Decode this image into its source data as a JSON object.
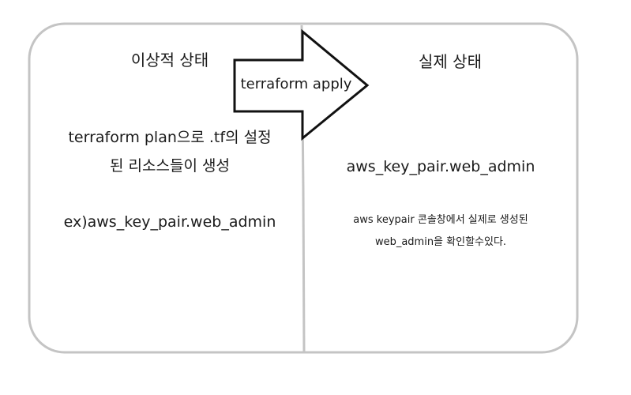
{
  "left_panel": {
    "title": "이상적 상태",
    "description_line1": "terraform plan으로 .tf의 설정",
    "description_line2": "된 리소스들이 생성",
    "example": "ex)aws_key_pair.web_admin"
  },
  "right_panel": {
    "title": "실제 상태",
    "resource": "aws_key_pair.web_admin",
    "description_line1": "aws keypair 콘솔창에서 실제로 생성된",
    "description_line2": "web_admin을 확인할수있다."
  },
  "arrow": {
    "label": "terraform apply"
  }
}
